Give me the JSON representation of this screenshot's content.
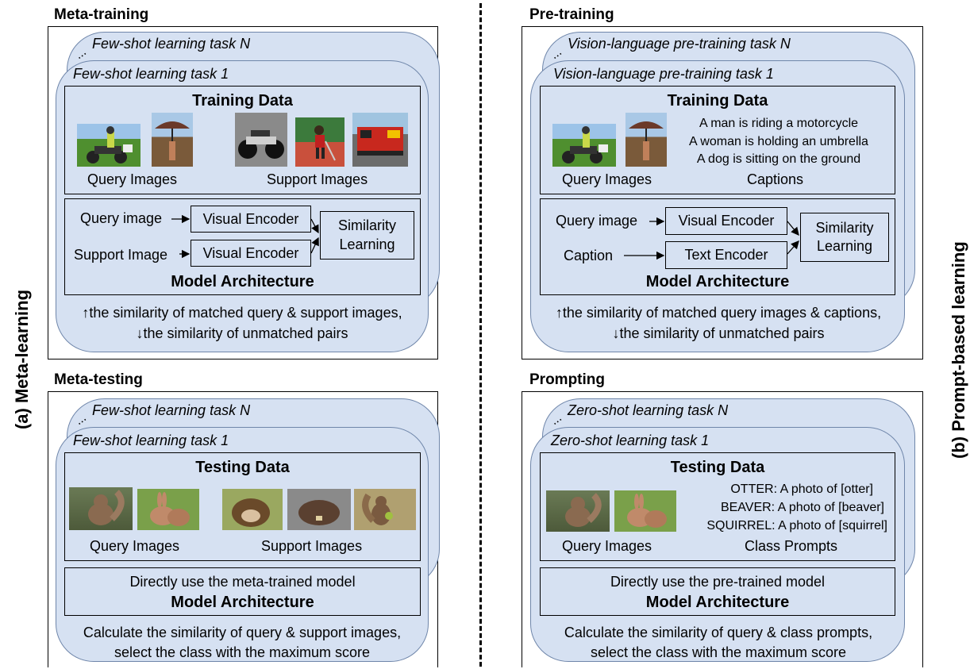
{
  "side_labels": {
    "left": "(a) Meta-learning",
    "right": "(b) Prompt-based learning"
  },
  "panels": {
    "meta_training": {
      "title": "Meta-training",
      "task_back": "Few-shot learning task N",
      "task_front": "Few-shot learning task 1",
      "data_title": "Training Data",
      "query_caption": "Query Images",
      "support_caption": "Support Images",
      "input1": "Query image",
      "input2": "Support Image",
      "encoder1": "Visual Encoder",
      "encoder2": "Visual Encoder",
      "similarity": "Similarity Learning",
      "arch_title": "Model Architecture",
      "objective_line1": "↑the similarity of matched query & support images,",
      "objective_line2": "↓the similarity of unmatched pairs"
    },
    "pre_training": {
      "title": "Pre-training",
      "task_back": "Vision-language pre-training task N",
      "task_front": "Vision-language pre-training task 1",
      "data_title": "Training Data",
      "query_caption": "Query Images",
      "captions": [
        "A man is riding a motorcycle",
        "A woman is holding an umbrella",
        "A dog is sitting on the ground"
      ],
      "captions_caption": "Captions",
      "input1": "Query image",
      "input2": "Caption",
      "encoder1": "Visual Encoder",
      "encoder2": "Text Encoder",
      "similarity": "Similarity Learning",
      "arch_title": "Model Architecture",
      "objective_line1": "↑the similarity of matched query images & captions,",
      "objective_line2": "↓the similarity of unmatched pairs"
    },
    "meta_testing": {
      "title": "Meta-testing",
      "task_back": "Few-shot learning task N",
      "task_front": "Few-shot learning task 1",
      "data_title": "Testing Data",
      "query_caption": "Query Images",
      "support_caption": "Support Images",
      "model_note": "Directly use the meta-trained model",
      "arch_title": "Model Architecture",
      "objective_line1": "Calculate the similarity of query & support images,",
      "objective_line2": "select the class with the maximum score"
    },
    "prompting": {
      "title": "Prompting",
      "task_back": "Zero-shot learning task N",
      "task_front": "Zero-shot learning task 1",
      "data_title": "Testing Data",
      "query_caption": "Query Images",
      "prompts": [
        "OTTER: A photo of [otter]",
        "BEAVER: A photo of [beaver]",
        "SQUIRREL: A photo of [squirrel]"
      ],
      "prompts_caption": "Class Prompts",
      "model_note": "Directly use the pre-trained model",
      "arch_title": "Model Architecture",
      "objective_line1": "Calculate the similarity of query & class prompts,",
      "objective_line2": "select the class with the maximum score"
    }
  },
  "colors": {
    "card_fill": "#d6e1f2",
    "card_border": "#6f86aa"
  }
}
